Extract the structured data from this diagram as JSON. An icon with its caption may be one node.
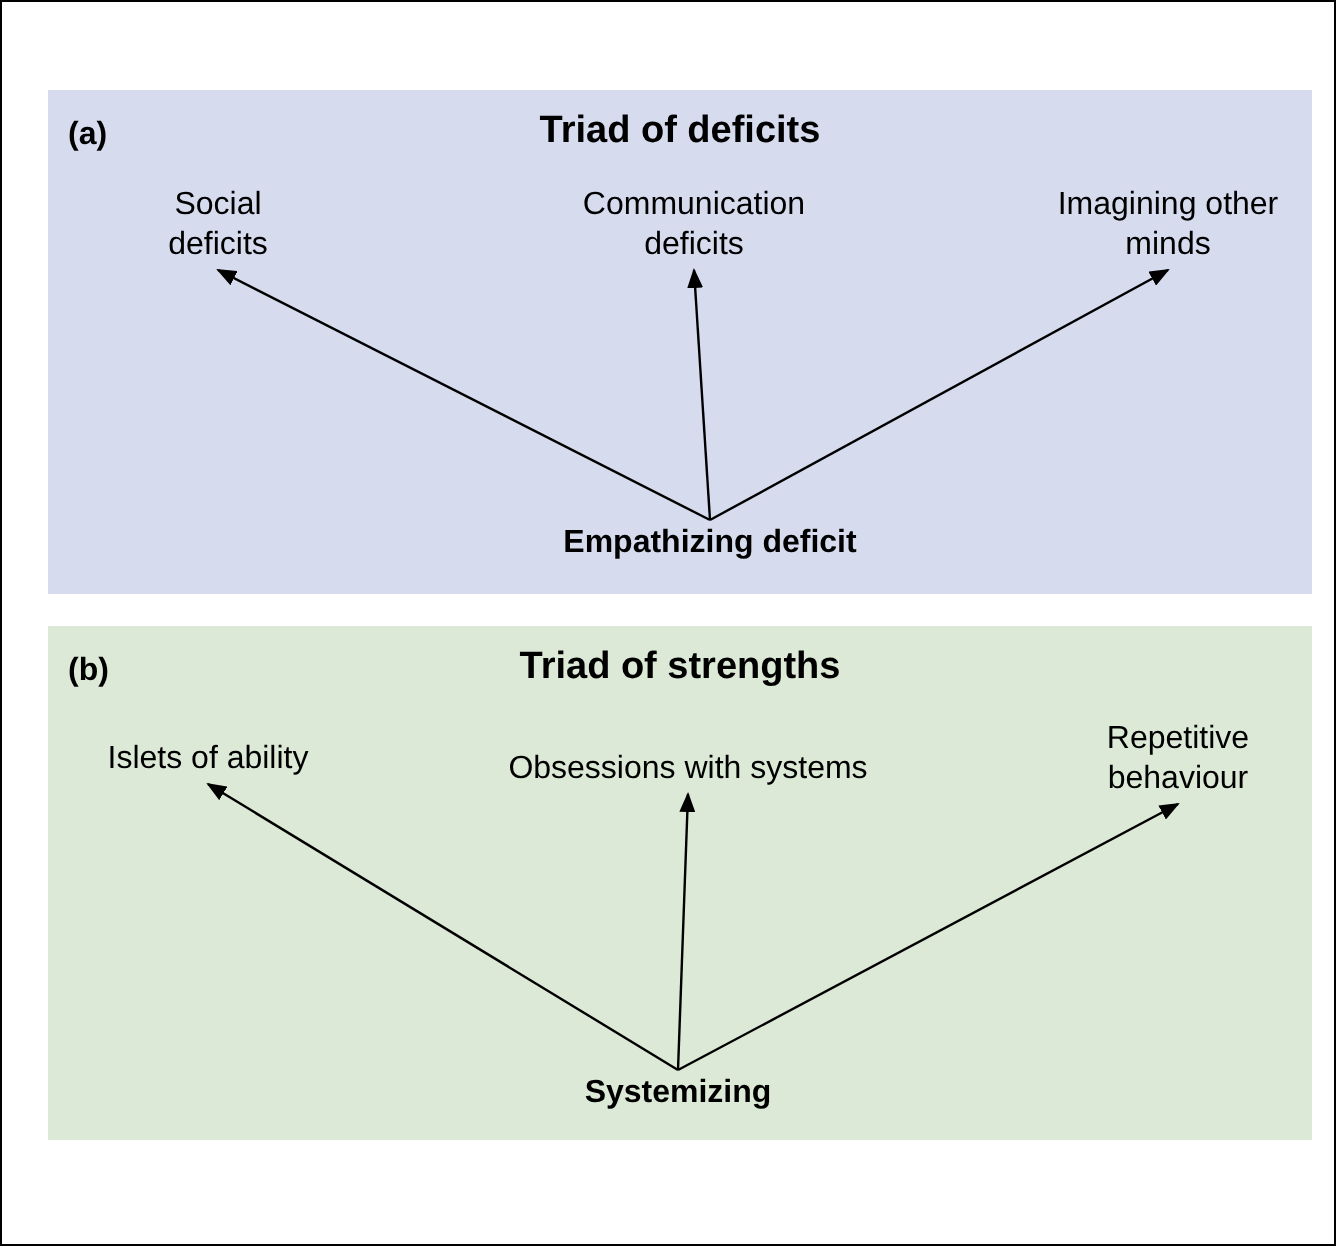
{
  "diagram": {
    "nodes": [
      {
        "text": [
          "(a)",
          "Triad of deficits"
        ]
      },
      {
        "text": [
          "Social deficits"
        ],
        "in": 0
      },
      {
        "text": [
          "Communication deficits"
        ],
        "in": 0
      },
      {
        "text": [
          "Imagining other minds"
        ],
        "in": 0
      },
      {
        "text": [
          "Empathizing deficit"
        ],
        "in": 0
      },
      {
        "text": [
          "(b)",
          "Triad of strengths"
        ]
      },
      {
        "text": [
          "Islets of ability"
        ],
        "in": 5
      },
      {
        "text": [
          "Obsessions with systems"
        ],
        "in": 5
      },
      {
        "text": [
          "Repetitive behaviour"
        ],
        "in": 5
      },
      {
        "text": [
          "Systemizing"
        ],
        "in": 5
      }
    ],
    "edges": [
      {
        "from": 4,
        "to": 1,
        "arrow": "to"
      },
      {
        "from": 4,
        "to": 2,
        "arrow": "to"
      },
      {
        "from": 4,
        "to": 3,
        "arrow": "to"
      },
      {
        "from": 9,
        "to": 6,
        "arrow": "to"
      },
      {
        "from": 9,
        "to": 7,
        "arrow": "to"
      },
      {
        "from": 9,
        "to": 8,
        "arrow": "to"
      }
    ]
  }
}
